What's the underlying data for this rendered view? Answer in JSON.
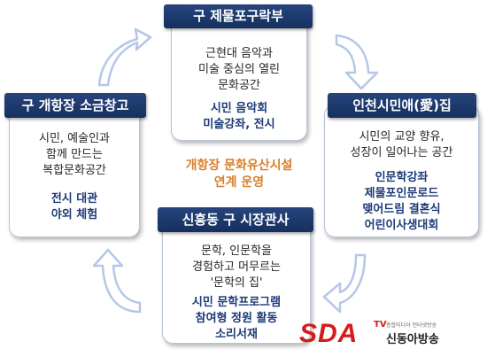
{
  "center_label": [
    "개항장 문화유산시설",
    "연계 운영"
  ],
  "nodes": {
    "top": {
      "title": "구 제물포구락부",
      "desc": [
        "근현대 음악과",
        "미술 중심의 열린",
        "문화공간"
      ],
      "programs": [
        "시민 음악회",
        "미술강좌, 전시"
      ]
    },
    "right": {
      "title": "인천시민애(愛)집",
      "desc": [
        "시민의 교양 향유,",
        "성장이 일어나는 공간"
      ],
      "programs": [
        "인문학강좌",
        "제물포인문로드",
        "맺어드림 결혼식",
        "어린이사생대회"
      ]
    },
    "bottom": {
      "title": "신흥동 구 시장관사",
      "desc": [
        "문학, 인문학을",
        "경험하고 머무르는",
        "'문학의 집'"
      ],
      "programs": [
        "시민 문학프로그램",
        "참여형 정원 활동",
        "소리서재"
      ]
    },
    "left": {
      "title": "구 개항장 소금창고",
      "desc": [
        "시민, 예술인과",
        "함께 만드는",
        "복합문화공간"
      ],
      "programs": [
        "전시 대관",
        "야외 체험"
      ]
    }
  },
  "watermark": {
    "logo": "SDA",
    "tv": "TV",
    "subtitle": "종합미디어 인터넷방송",
    "name": "신동아방송"
  },
  "colors": {
    "header_bg": "#1f3b6e",
    "program_text": "#1c3a78",
    "center_text": "#d9802a",
    "arrow_fill": "#ffffff",
    "arrow_stroke": "#b4c7e7",
    "watermark_red": "#d61a1a"
  }
}
